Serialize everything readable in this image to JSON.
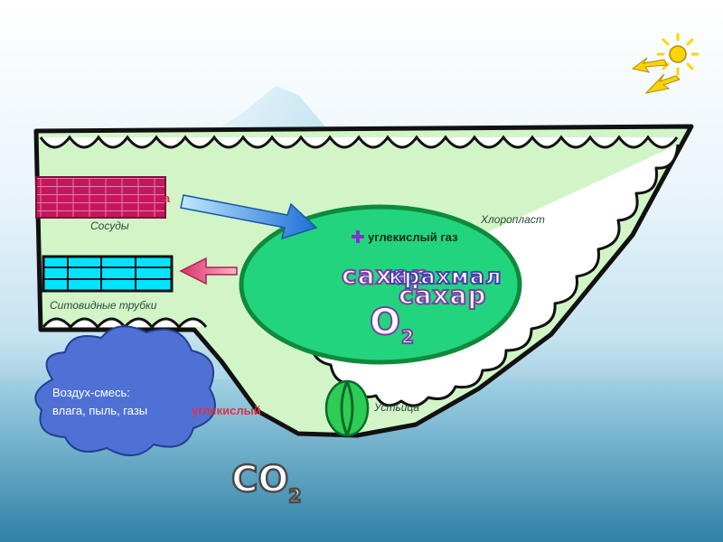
{
  "labels": {
    "sosudy": "Сосуды",
    "vessel_partial": "а",
    "sitovidnye": "Ситовидные трубки",
    "chloroplast": "Хлоропласт",
    "ustitsa": "Устьица",
    "plus_gas": "углекислый газ",
    "sakhar_1": "сахар",
    "krakhmal": "крахмал",
    "sakhar_2": "сахар",
    "o2_main": "O",
    "o2_sub": "2",
    "co2_main": "CO",
    "co2_sub": "2",
    "air_line1": "Воздух-смесь:",
    "air_line2": "влага, пыль, газы",
    "gas_red": "углекислый"
  },
  "icons": {
    "sun": "sun-icon",
    "plus": "plus-icon"
  },
  "colors": {
    "leaf_fill": "#d2f5c8",
    "chloroplast_fill": "#22d47e",
    "chloroplast_stroke": "#0e8a3c",
    "vessel_fill": "#c2185b",
    "sieve_fill": "#00e5ff",
    "cloud_fill": "#4f71d6",
    "arrow_blue": "#2b8ae8",
    "arrow_pink": "#e0487a",
    "red_text": "#e0304a"
  }
}
